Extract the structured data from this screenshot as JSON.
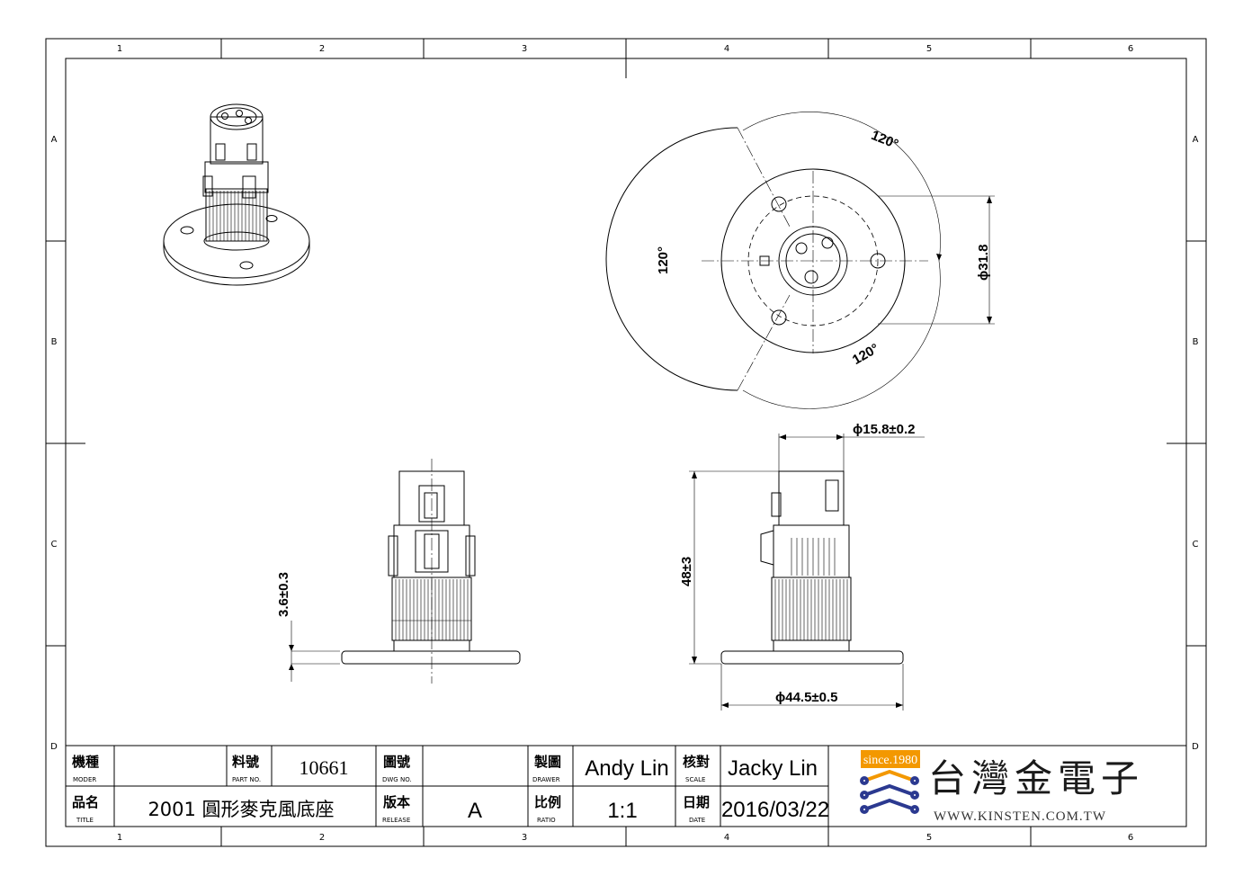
{
  "zones": {
    "columns": [
      "1",
      "2",
      "3",
      "4",
      "5",
      "6"
    ],
    "rows": [
      "A",
      "B",
      "C",
      "D"
    ]
  },
  "dimensions": {
    "top_angle": "120°",
    "left_angle": "120°",
    "bottom_angle": "120°",
    "hole_circle_dia": "ϕ31.8",
    "body_dia": "ϕ15.8±0.2",
    "height": "48±3",
    "flange_thickness": "3.6±0.3",
    "flange_dia": "ϕ44.5±0.5"
  },
  "title_block": {
    "model_label": "機種",
    "model_label_en": "MODER",
    "model_value": "",
    "part_label": "料號",
    "part_label_en": "PART NO.",
    "part_value": "10661",
    "dwg_label": "圖號",
    "dwg_label_en": "DWG NO.",
    "dwg_value": "",
    "drawer_label": "製圖",
    "drawer_label_en": "DRAWER",
    "drawer_value": "Andy Lin",
    "scale_label": "核對",
    "scale_label_en": "SCALE",
    "scale_value": "Jacky Lin",
    "title_label": "品名",
    "title_label_en": "TITLE",
    "title_value": "2001  圓形麥克風底座",
    "release_label": "版本",
    "release_label_en": "RELEASE",
    "release_value": "A",
    "ratio_label": "比例",
    "ratio_label_en": "RATIO",
    "ratio_value": "1:1",
    "date_label": "日期",
    "date_label_en": "DATE",
    "date_value": "2016/03/22"
  },
  "logo": {
    "since": "since.1980",
    "company": "台灣金電子",
    "url": "WWW.KINSTEN.COM.TW",
    "accent": "#f39800",
    "blue": "#2b3990"
  }
}
